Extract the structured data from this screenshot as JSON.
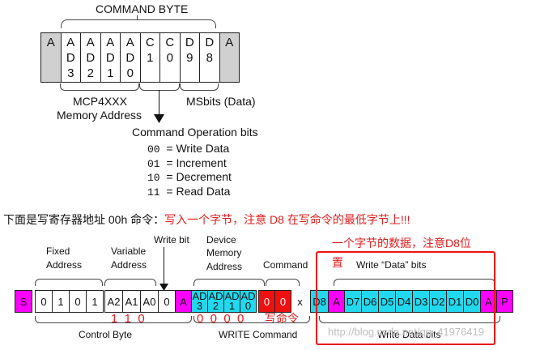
{
  "top": {
    "title": "COMMAND BYTE",
    "bits": [
      {
        "lines": [
          "A"
        ],
        "shade": true
      },
      {
        "lines": [
          "A",
          "D",
          "3"
        ],
        "shade": false
      },
      {
        "lines": [
          "A",
          "D",
          "2"
        ],
        "shade": false
      },
      {
        "lines": [
          "A",
          "D",
          "1"
        ],
        "shade": false
      },
      {
        "lines": [
          "A",
          "D",
          "0"
        ],
        "shade": false
      },
      {
        "lines": [
          "C",
          "1"
        ],
        "shade": false
      },
      {
        "lines": [
          "C",
          "0"
        ],
        "shade": false
      },
      {
        "lines": [
          "D",
          "9"
        ],
        "shade": false
      },
      {
        "lines": [
          "D",
          "8"
        ],
        "shade": false
      },
      {
        "lines": [
          "A"
        ],
        "shade": true
      }
    ],
    "addr_label_1": "MCP4XXX",
    "addr_label_2": "Memory Address",
    "msbits_label": "MSbits (Data)",
    "cmd_op_title": "Command Operation bits",
    "cmd_ops": [
      {
        "code": "00",
        "text": "= Write Data"
      },
      {
        "code": "01",
        "text": "= Increment"
      },
      {
        "code": "10",
        "text": "= Decrement"
      },
      {
        "code": "11",
        "text": "= Read Data"
      }
    ]
  },
  "note": {
    "black_part": "下面是写寄存器地址 00h 命令：",
    "red_part": "写入一个字节，注意 D8 在写命令的最低字节上!!!"
  },
  "bottom": {
    "labels": {
      "fixed_1": "Fixed",
      "fixed_2": "Address",
      "variable_1": "Variable",
      "variable_2": "Address",
      "write_bit": "Write bit",
      "device_1": "Device",
      "device_2": "Memory",
      "device_3": "Address",
      "command": "Command",
      "red_note_1": "一个字节的数据，注意D8位",
      "red_note_2": "置",
      "write_data_bits_top": "Write “Data” bits",
      "control_byte": "Control Byte",
      "write_command": "WRITE Command",
      "write_cmd_red": "写命令",
      "write_data_bits_bottom": "Write Data bits",
      "watermark": "http://blog.csdn.net/qq_41976419",
      "red_digits_variable": "1  1  0",
      "red_digits_addr": "0  0  0  0"
    },
    "cells": {
      "s": "S",
      "ctrl": [
        "0",
        "1",
        "0",
        "1",
        "A2",
        "A1",
        "A0",
        "0"
      ],
      "a1": "A",
      "addr": [
        [
          "AD",
          "3"
        ],
        [
          "AD",
          "2"
        ],
        [
          "AD",
          "1"
        ],
        [
          "AD",
          "0"
        ]
      ],
      "cmd": [
        "0",
        "0"
      ],
      "x": "x",
      "d8": "D8",
      "a2": "A",
      "data": [
        "D7",
        "D6",
        "D5",
        "D4",
        "D3",
        "D2",
        "D1",
        "D0"
      ],
      "a3": "A",
      "p": "P"
    },
    "colors": {
      "magenta": "#ff00ff",
      "cyan": "#22d8ee",
      "red": "#ee1111",
      "red_text": "#e21c1c"
    }
  }
}
